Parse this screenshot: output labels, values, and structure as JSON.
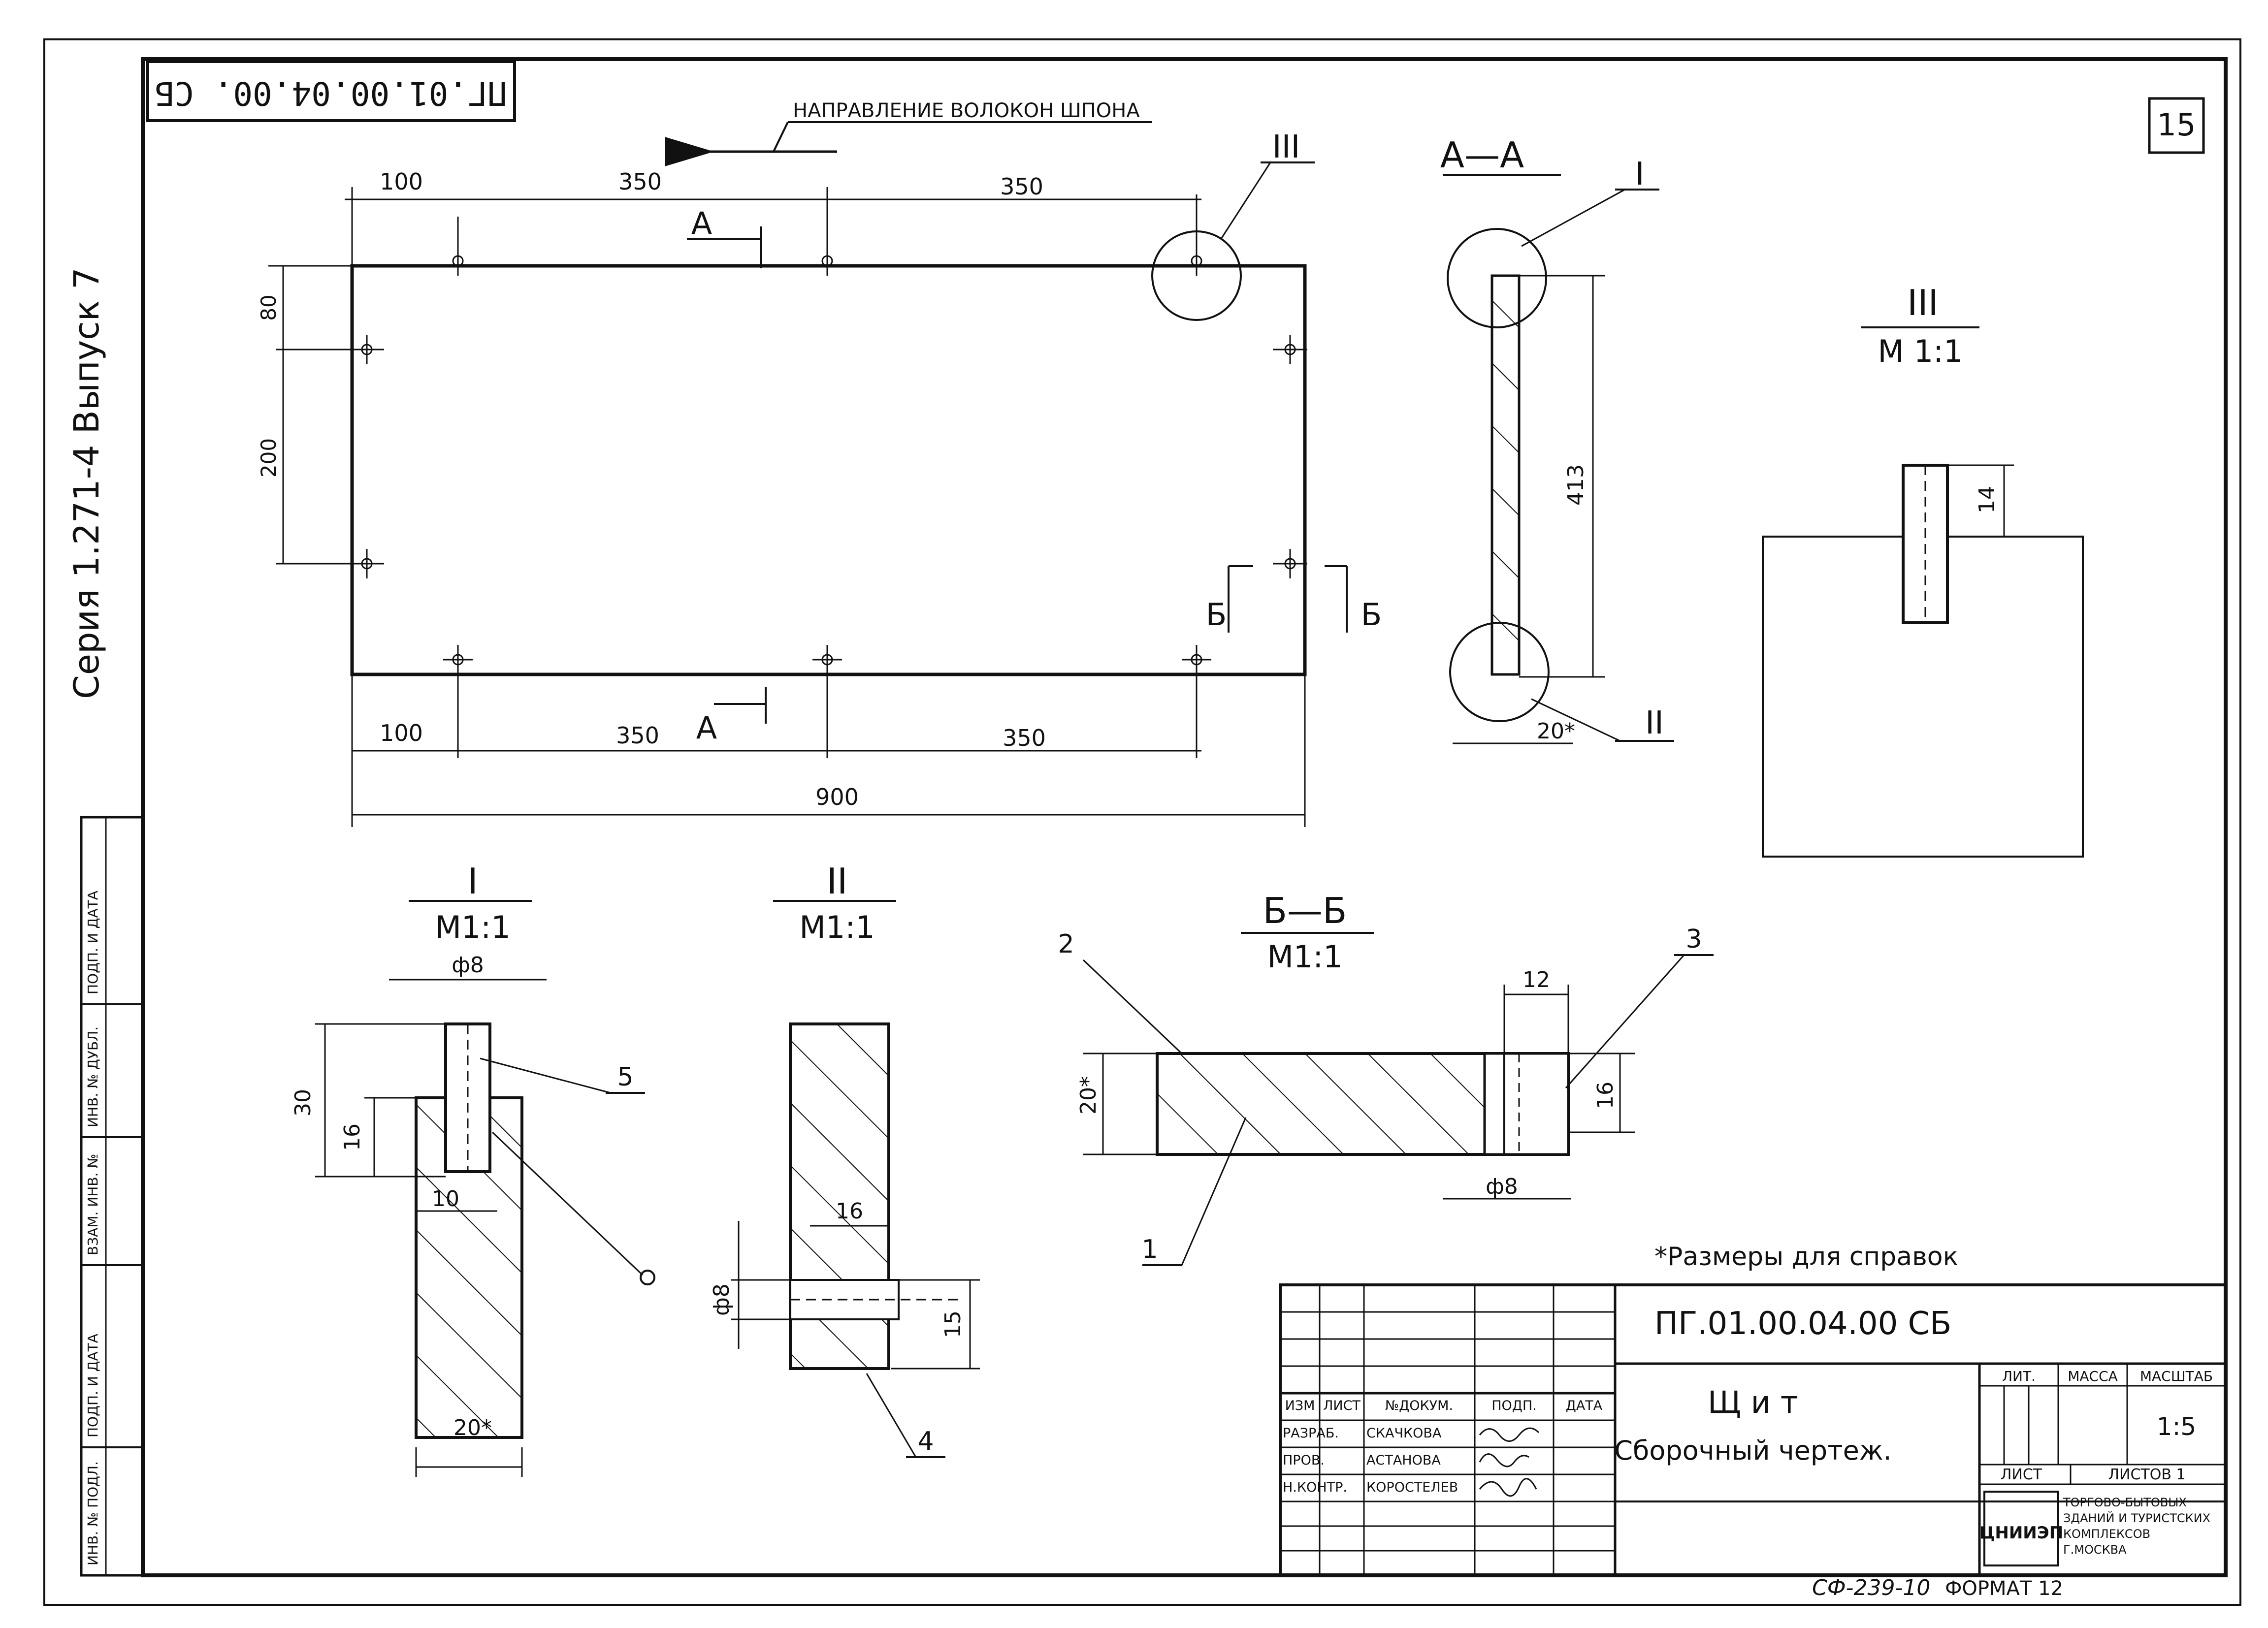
{
  "stamp_rotated": "ПГ.01.00.04.00. СБ",
  "sheet_number": "15",
  "grain_direction": "НАПРАВЛЕНИЕ ВОЛОКОН ШПОНА",
  "side_series": "Серия 1.271-4 Выпуск 7",
  "side_stamp_labels": [
    "ИНВ. № ПОДЛ.",
    "ПОДП. И ДАТА",
    "ВЗАМ. ИНВ. №",
    "ИНВ. № ДУБЛ.",
    "ПОДП. И ДАТА"
  ],
  "main_view": {
    "dims_top": [
      "100",
      "350",
      "350"
    ],
    "dims_bottom": [
      "100",
      "350",
      "350"
    ],
    "dim_total": "900",
    "dims_left": [
      "80",
      "200"
    ],
    "section_a": "А",
    "section_b": "Б",
    "callout": "III"
  },
  "section_aa": {
    "title": "А—А",
    "callout_top": "I",
    "callout_bottom": "II",
    "dim_height": "413",
    "dim_thickness": "20*"
  },
  "detail_iii": {
    "title": "III",
    "scale": "М 1:1",
    "dim": "14"
  },
  "detail_i": {
    "title": "I",
    "scale": "М1:1",
    "dims": [
      "ф8",
      "30",
      "16",
      "10",
      "20*"
    ],
    "leader": "5"
  },
  "detail_ii": {
    "title": "II",
    "scale": "М1:1",
    "dims": [
      "16",
      "ф8",
      "15"
    ],
    "leader": "4"
  },
  "section_bb": {
    "title": "Б—Б",
    "scale": "М1:1",
    "dims": [
      "12",
      "20*",
      "16",
      "ф8"
    ],
    "leaders": [
      "2",
      "3",
      "1"
    ]
  },
  "footnote": "*Размеры для справок",
  "title_block": {
    "designation": "ПГ.01.00.04.00 СБ",
    "name": "Щ и т",
    "doc_type": "Сборочный чертеж.",
    "header_cols": [
      "ИЗМ",
      "ЛИСТ",
      "№ДОКУМ.",
      "ПОДП.",
      "ДАТА"
    ],
    "roles": [
      {
        "role": "РАЗРАБ.",
        "person": "СКАЧКОВА"
      },
      {
        "role": "ПРОВ.",
        "person": "АСТАНОВА"
      },
      {
        "role": "Н.КОНТР.",
        "person": "КОРОСТЕЛЕВ"
      }
    ],
    "lit_label": "ЛИТ.",
    "mass_label": "МАССА",
    "scale_label": "МАСШТАБ",
    "scale_value": "1:5",
    "sheet_label": "ЛИСТ",
    "sheets_label": "ЛИСТОВ 1",
    "org_logo": "ЦНИИЭП",
    "org_lines": [
      "ТОРГОВО-БЫТОВЫХ",
      "ЗДАНИЙ И ТУРИСТСКИХ",
      "КОМПЛЕКСОВ",
      "Г.МОСКВА"
    ]
  },
  "bottom_code": "СФ-239-10",
  "format": "ФОРМАТ 12"
}
